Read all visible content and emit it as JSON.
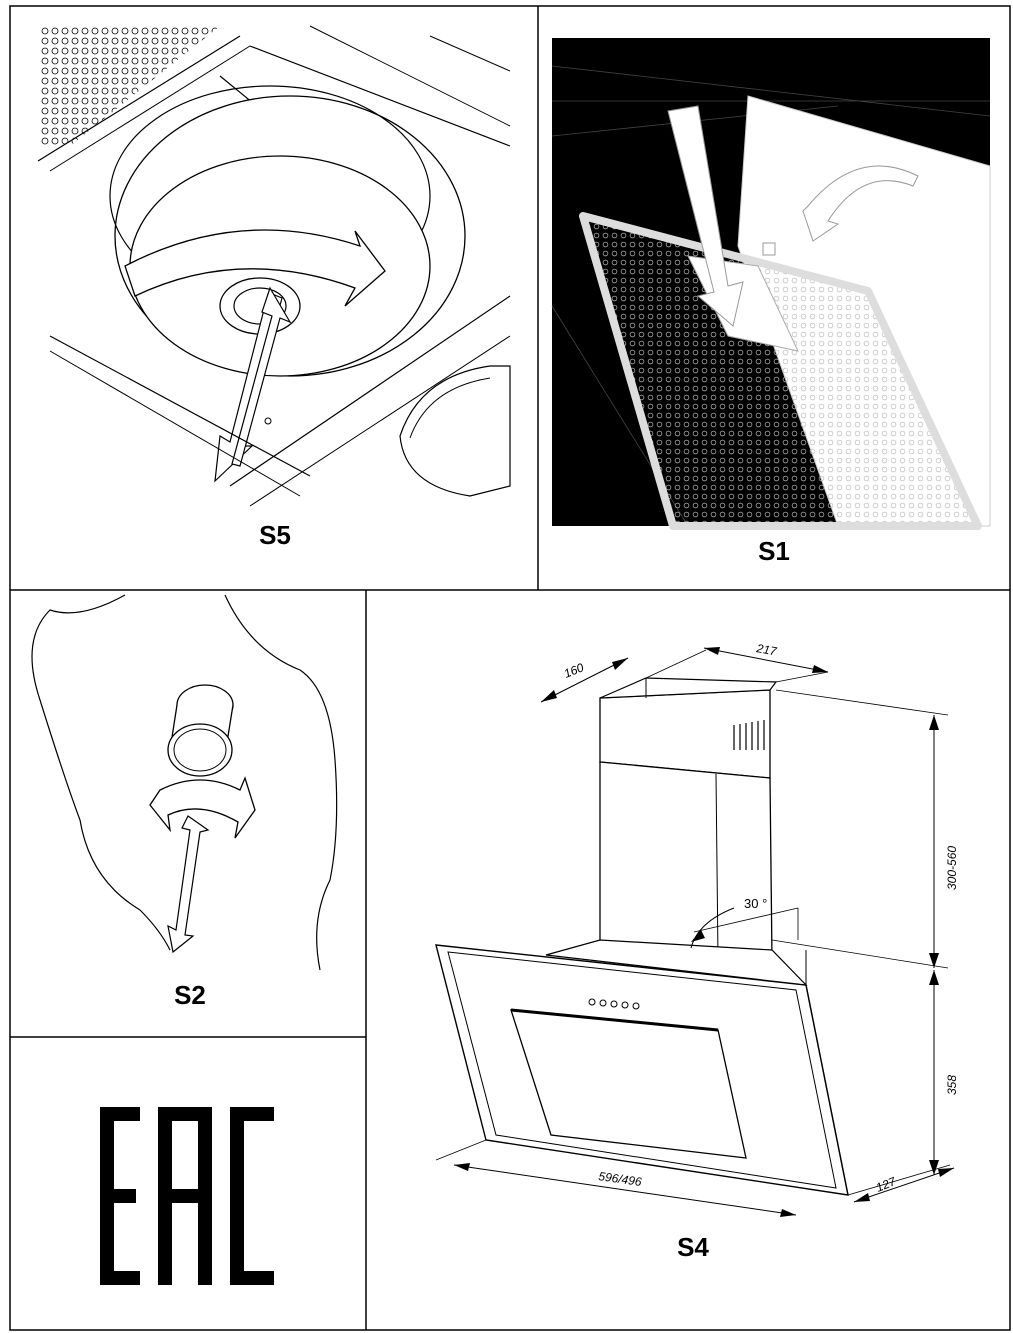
{
  "panels": {
    "s5": {
      "label": "S5"
    },
    "s1": {
      "label": "S1"
    },
    "s2": {
      "label": "S2"
    },
    "s4": {
      "label": "S4",
      "dimensions": {
        "depth_top": "160",
        "width_top": "217",
        "chimney_height": "300-560",
        "angle": "30 °",
        "hood_height": "358",
        "hood_width": "596/496",
        "hood_depth": "127"
      }
    },
    "eac": {
      "mark": "EAC"
    }
  },
  "colors": {
    "line": "#000000",
    "background": "#ffffff",
    "photo_bg": "#000000"
  }
}
